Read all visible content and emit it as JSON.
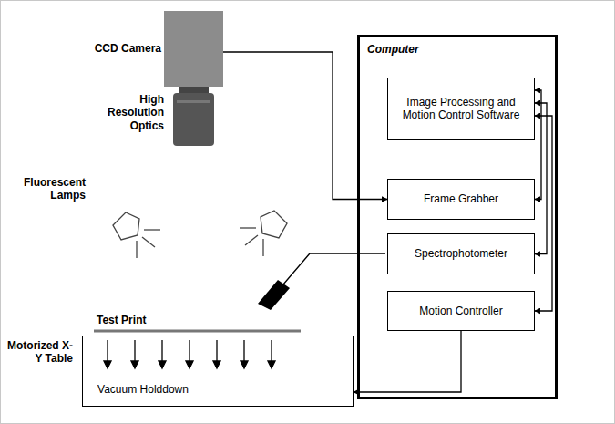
{
  "diagram": {
    "nodes": [
      {
        "text": [
          "CCD Camera"
        ]
      },
      {
        "text": [
          "Computer"
        ]
      },
      {
        "text": [
          "Image Processing and Motion Control Software"
        ],
        "in": 1
      },
      {
        "text": [
          "Frame Grabber"
        ],
        "in": 1
      },
      {
        "text": [
          "Spectrophotometer"
        ],
        "in": 1
      },
      {
        "text": [
          "Motion Controller"
        ],
        "in": 1
      },
      {
        "text": [
          "Motorized X-Y Table",
          "Vacuum Holddown"
        ]
      }
    ],
    "edges": [
      {
        "from": 0,
        "to": 3,
        "arrow": "to"
      },
      {
        "from": 2,
        "to": 3,
        "arrow": "both"
      },
      {
        "from": 2,
        "to": 4,
        "arrow": "both"
      },
      {
        "from": 2,
        "to": 5,
        "arrow": "both"
      },
      {
        "from": 5,
        "to": 6,
        "arrow": "to"
      }
    ],
    "labels": [
      "High Resolution Optics",
      "Fluorescent Lamps",
      "Test Print"
    ]
  }
}
